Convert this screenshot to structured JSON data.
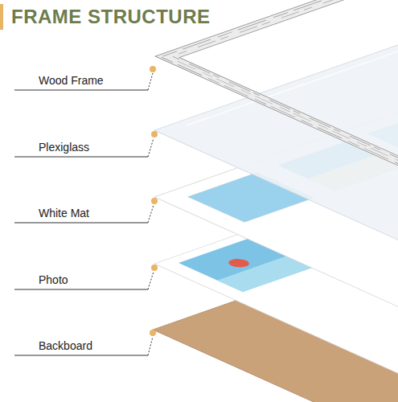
{
  "diagram": {
    "title": "FRAME STRUCTURE",
    "labels": [
      "Wood Frame",
      "Plexiglass",
      "White Mat",
      "Photo",
      "Backboard"
    ]
  }
}
